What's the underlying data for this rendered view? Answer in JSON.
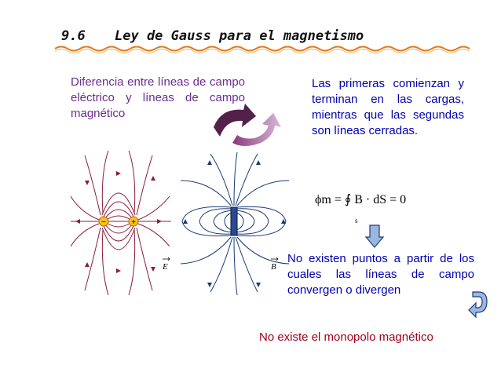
{
  "header": {
    "section_number": "9.6",
    "title": "Ley de Gauss para el magnetismo"
  },
  "left_panel": {
    "description": "Diferencia entre líneas de campo eléctrico y líneas de campo magnético",
    "electric_label": "E",
    "magnetic_label": "B",
    "minus_sign": "−",
    "plus_sign": "+"
  },
  "right_panel": {
    "explanation": "Las primeras comienzan y terminan en las cargas, mientras que las segundas son líneas cerradas.",
    "formula": "ϕm = ∮ B · dS = 0",
    "formula_subscript": "s",
    "conclusion": "No existen puntos a partir de los cuales las líneas de campo convergen o divergen",
    "final_statement": "No existe el monopolo magnético"
  },
  "colors": {
    "title_underline": "#e07b1e",
    "description_text": "#6a2c8e",
    "conclusion_text": "#0000b0",
    "final_text": "#a0001a",
    "electric_lines": "#8a1c3c",
    "magnetic_lines": "#1a3a78",
    "arrow_fill": "#9bb7e0",
    "arrow_stroke": "#1e3c78"
  },
  "icons": [
    "curved-arrow-icon",
    "down-arrow-icon",
    "return-arrow-icon"
  ]
}
